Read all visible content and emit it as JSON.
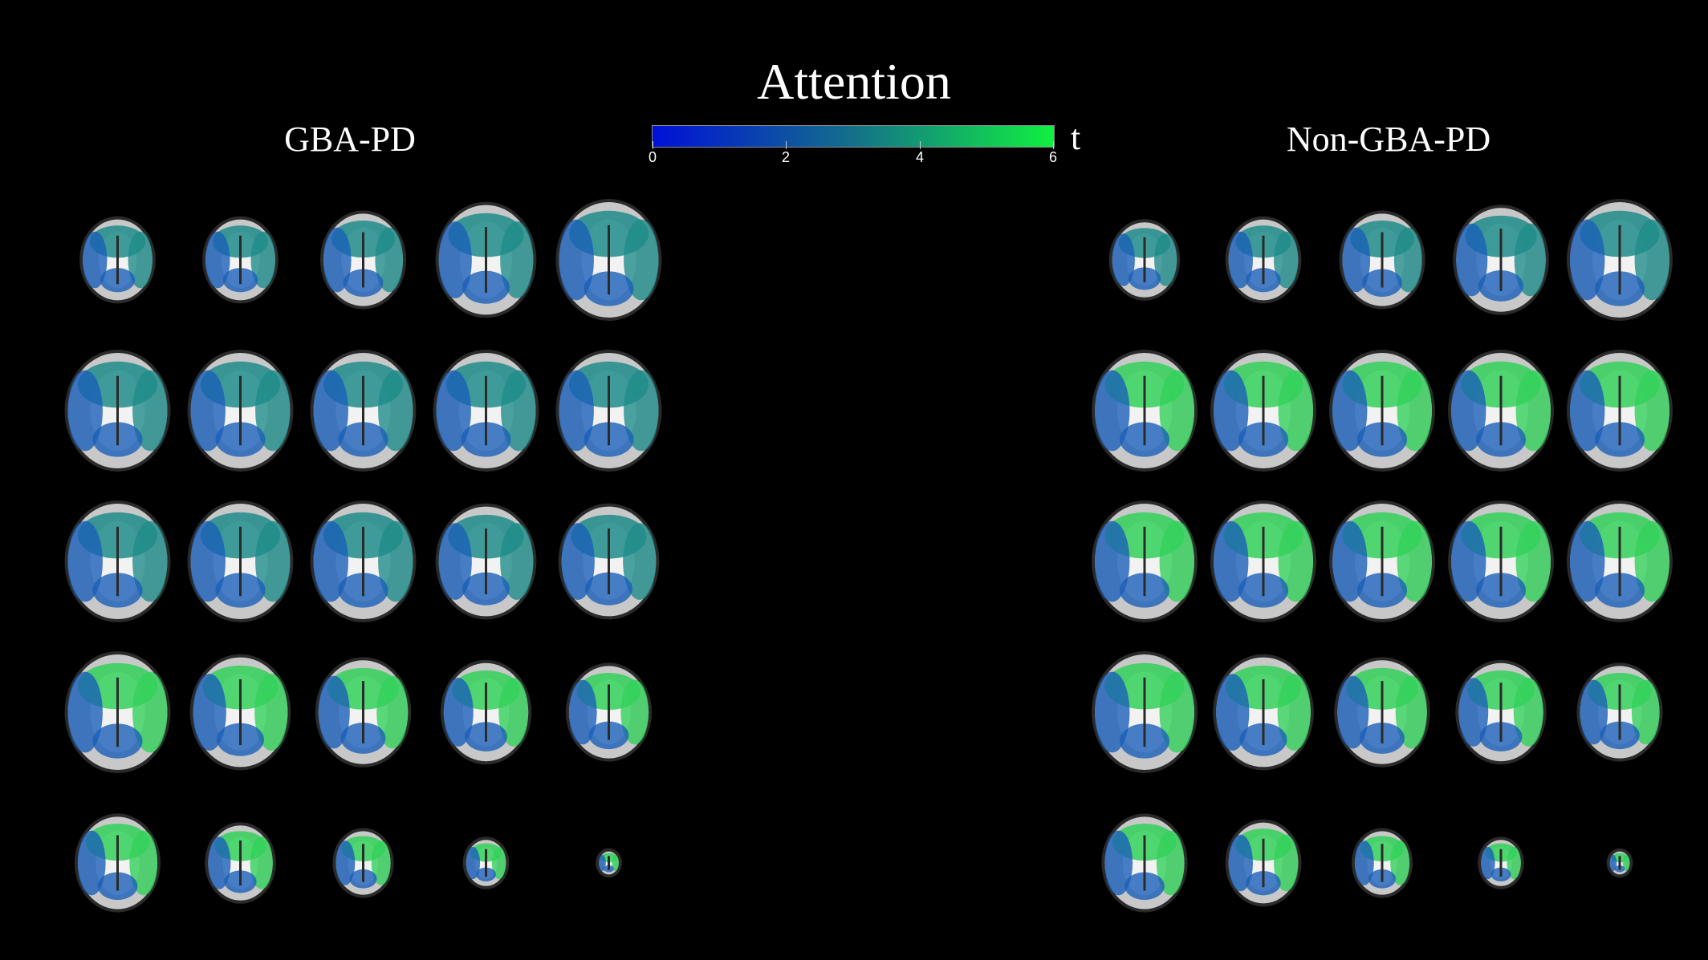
{
  "figure": {
    "title": "Attention",
    "left_group": "GBA-PD",
    "right_group": "Non-GBA-PD",
    "colorbar": {
      "label": "t",
      "ticks": [
        "0",
        "2",
        "4",
        "6"
      ],
      "min": 0,
      "max": 6,
      "color_low": "#0010d8",
      "color_mid": "#14708a",
      "color_high": "#10f040"
    }
  },
  "panels": {
    "grid_rows": 5,
    "grid_cols": 5,
    "overlay_colors": {
      "blue": "#1a5fb8",
      "teal": "#1f8c8a",
      "green": "#33d15a"
    },
    "brain_colors": {
      "gray": "#c8c8c8",
      "white": "#f2f2f2",
      "dark": "#2a2a2a"
    }
  }
}
